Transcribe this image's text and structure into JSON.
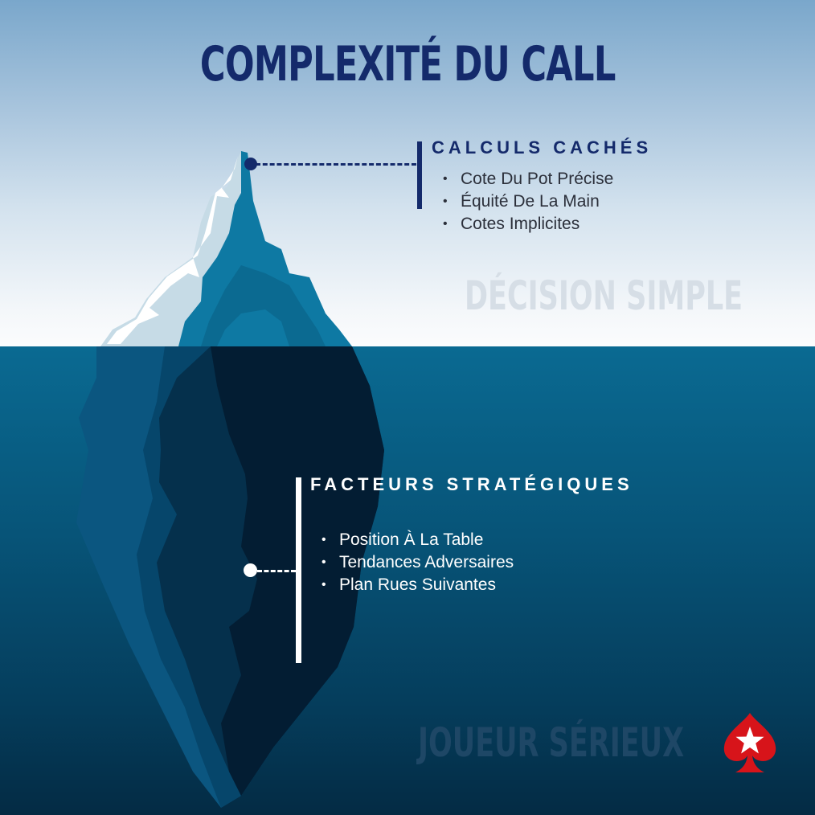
{
  "title": "COMPLEXITÉ DU CALL",
  "above_water": {
    "label": "DÉCISION SIMPLE",
    "callout": {
      "heading": "CALCULS CACHÉS",
      "items": [
        "Cote Du Pot Précise",
        "Équité De La Main",
        "Cotes Implicites"
      ]
    }
  },
  "below_water": {
    "label": "JOUEUR SÉRIEUX",
    "callout": {
      "heading": "FACTEURS STRATÉGIQUES",
      "items": [
        "Position À La Table",
        "Tendances Adversaires",
        "Plan Rues Suivantes"
      ]
    }
  },
  "icons": {
    "logo": "red-spade-with-white-star-icon",
    "iceberg": "iceberg-illustration"
  },
  "colors": {
    "title": "#142a6b",
    "sky_top": "#7aa7cb",
    "sky_bottom": "#fbfcfd",
    "water_top": "#0a6a92",
    "water_bottom": "#042b44",
    "logo_red": "#d7141a"
  }
}
